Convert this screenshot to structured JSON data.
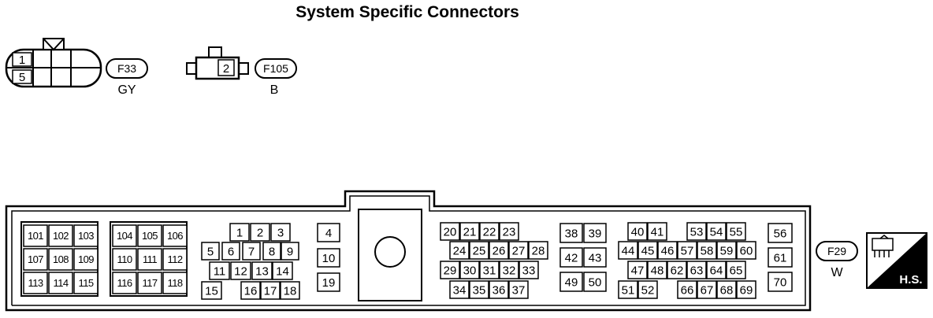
{
  "title": "System Specific Connectors",
  "connectors": {
    "f33": {
      "id": "F33",
      "color": "GY",
      "pins": [
        "1",
        "5"
      ]
    },
    "f105": {
      "id": "F105",
      "color": "B",
      "pins": [
        "2"
      ]
    },
    "f29": {
      "id": "F29",
      "color": "W",
      "pins": [
        "101",
        "102",
        "103",
        "107",
        "108",
        "109",
        "113",
        "114",
        "115",
        "104",
        "105",
        "106",
        "110",
        "111",
        "112",
        "116",
        "117",
        "118",
        "1",
        "2",
        "3",
        "5",
        "6",
        "7",
        "8",
        "9",
        "11",
        "12",
        "13",
        "14",
        "15",
        "16",
        "17",
        "18",
        "4",
        "10",
        "19",
        "20",
        "21",
        "22",
        "23",
        "24",
        "25",
        "26",
        "27",
        "28",
        "29",
        "30",
        "31",
        "32",
        "33",
        "34",
        "35",
        "36",
        "37",
        "38",
        "39",
        "42",
        "43",
        "49",
        "50",
        "40",
        "41",
        "53",
        "54",
        "55",
        "44",
        "45",
        "46",
        "57",
        "58",
        "59",
        "60",
        "47",
        "48",
        "62",
        "63",
        "64",
        "65",
        "51",
        "52",
        "66",
        "67",
        "68",
        "69",
        "56",
        "61",
        "70"
      ]
    }
  },
  "hs_badge": {
    "label": "H.S."
  }
}
